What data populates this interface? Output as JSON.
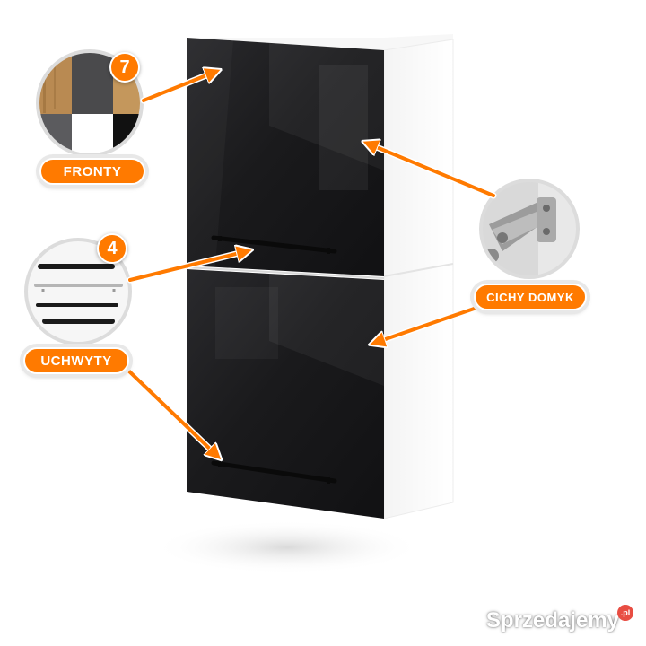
{
  "annotations": {
    "fronty_label": "FRONTY",
    "fronty_count": "7",
    "uchwyty_label": "UCHWYTY",
    "uchwyty_count": "4",
    "cichy_domyk_label": "CICHY DOMYK"
  },
  "watermark": {
    "text": "Sprzedajemy",
    "suffix": ".pl"
  },
  "colors": {
    "accent": "#ff7a00",
    "front": "#1c1c1e",
    "carcass": "#ffffff",
    "watermark_dot": "#e63a2e"
  },
  "icons": [
    "arrow-icon",
    "hinge-photo",
    "handle-samples",
    "color-swatches"
  ]
}
